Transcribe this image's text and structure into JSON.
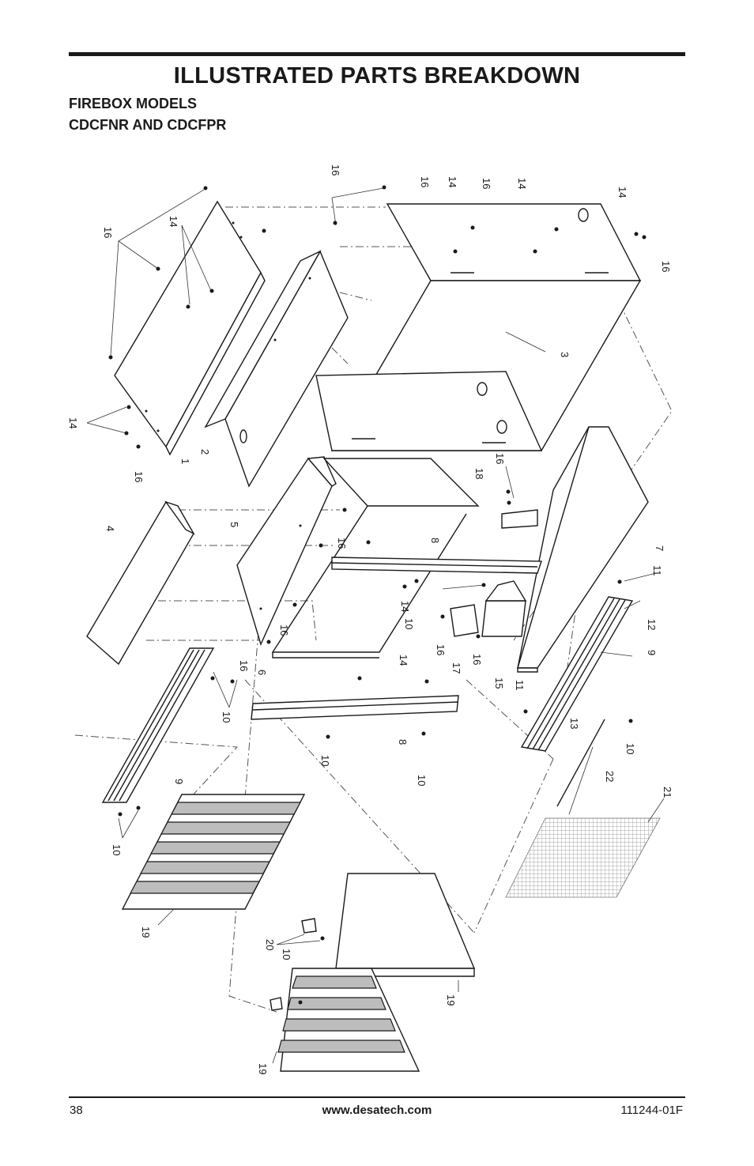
{
  "header": {
    "title": "ILLUSTRATED PARTS BREAKDOWN",
    "subtitle_line1": "FIREBOX MODELS",
    "subtitle_line2": "CDCFNR AND CDCFPR"
  },
  "diagram": {
    "part_labels": [
      "16",
      "14",
      "16",
      "16",
      "14",
      "16",
      "14",
      "14",
      "16",
      "1",
      "2",
      "3",
      "14",
      "16",
      "4",
      "5",
      "18",
      "16",
      "16",
      "8",
      "7",
      "11",
      "16",
      "12",
      "14",
      "10",
      "9",
      "16",
      "16",
      "6",
      "15",
      "17",
      "16",
      "11",
      "14",
      "10",
      "8",
      "10",
      "10",
      "13",
      "10",
      "22",
      "9",
      "21",
      "10",
      "19",
      "20",
      "10",
      "19",
      "19"
    ]
  },
  "footer": {
    "page_number": "38",
    "website": "www.desatech.com",
    "document_code": "111244-01F"
  }
}
